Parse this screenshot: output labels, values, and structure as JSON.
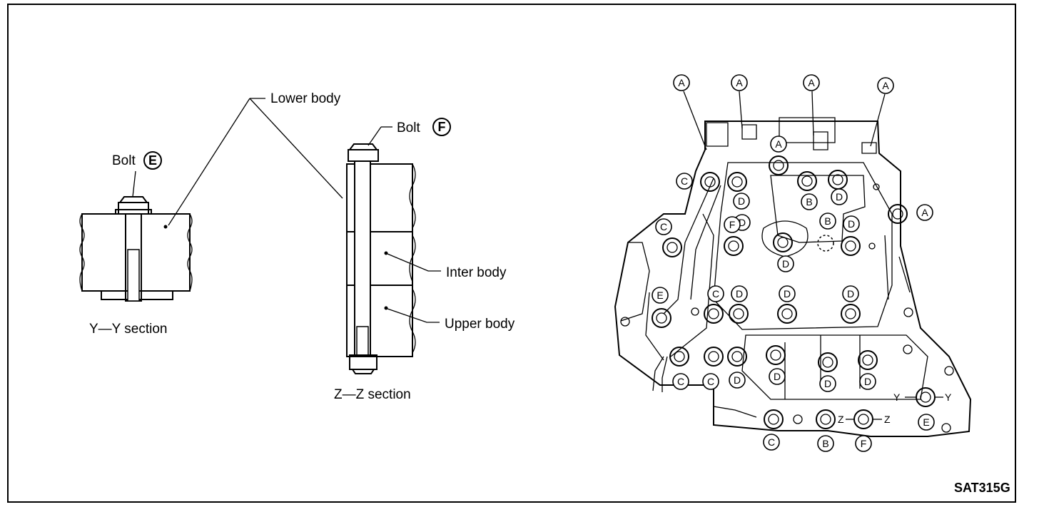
{
  "figure_code": "SAT315G",
  "labels": {
    "lower_body": "Lower body",
    "inter_body": "Inter body",
    "upper_body": "Upper body",
    "bolt_e": "Bolt",
    "bolt_f": "Bolt",
    "yy_section": "Y—Y section",
    "zz_section": "Z—Z section"
  },
  "bolt_letters": {
    "e": "E",
    "f": "F"
  },
  "circle_letters": {
    "a": "A",
    "b": "B",
    "c": "C",
    "d": "D",
    "e": "E",
    "f": "F"
  },
  "section_markers": {
    "y": "Y",
    "z": "Z"
  }
}
